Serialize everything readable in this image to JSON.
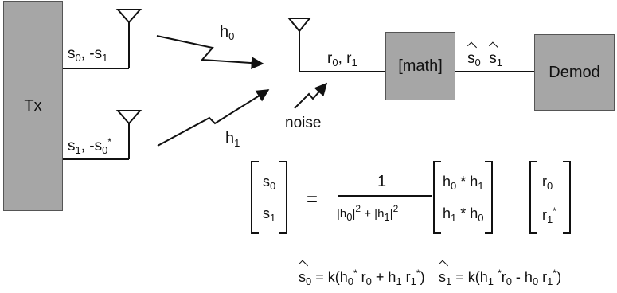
{
  "blocks": {
    "tx": "Tx",
    "math": "[math]",
    "demod": "Demod"
  },
  "labels": {
    "noise": "noise"
  },
  "channels": [
    {
      "name": "h0",
      "base": "h",
      "sub": "0"
    },
    {
      "name": "h1",
      "base": "h",
      "sub": "1"
    }
  ],
  "matrix": {
    "numerator": "1",
    "equals": "="
  },
  "icons": [
    "antenna-icon",
    "lightning-arrow-icon",
    "noise-arrow-icon"
  ]
}
